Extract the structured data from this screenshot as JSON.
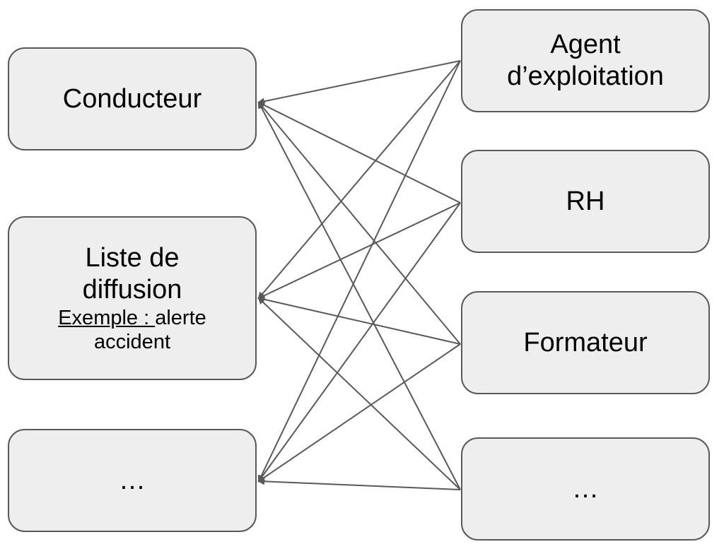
{
  "diagram": {
    "line_color": "#595959",
    "box_fill": "#eeeeee",
    "box_border": "#595959",
    "targets": {
      "conducteur": {
        "label": "Conducteur"
      },
      "liste_diffusion": {
        "line1": "Liste de",
        "line2": "diffusion",
        "example_label": "Exemple : ",
        "example_text": "alerte",
        "example_text2": "accident"
      },
      "more": {
        "label": "…"
      }
    },
    "sources": {
      "agent": {
        "line1": "Agent",
        "line2": "d’exploitation"
      },
      "rh": {
        "label": "RH"
      },
      "formateur": {
        "label": "Formateur"
      },
      "more": {
        "label": "…"
      }
    },
    "edges": [
      {
        "from": "agent",
        "to": "conducteur"
      },
      {
        "from": "agent",
        "to": "liste_diffusion"
      },
      {
        "from": "agent",
        "to": "more"
      },
      {
        "from": "rh",
        "to": "conducteur"
      },
      {
        "from": "rh",
        "to": "liste_diffusion"
      },
      {
        "from": "rh",
        "to": "more"
      },
      {
        "from": "formateur",
        "to": "conducteur"
      },
      {
        "from": "formateur",
        "to": "liste_diffusion"
      },
      {
        "from": "formateur",
        "to": "more"
      },
      {
        "from": "more",
        "to": "conducteur"
      },
      {
        "from": "more",
        "to": "liste_diffusion"
      },
      {
        "from": "more",
        "to": "more"
      }
    ]
  }
}
